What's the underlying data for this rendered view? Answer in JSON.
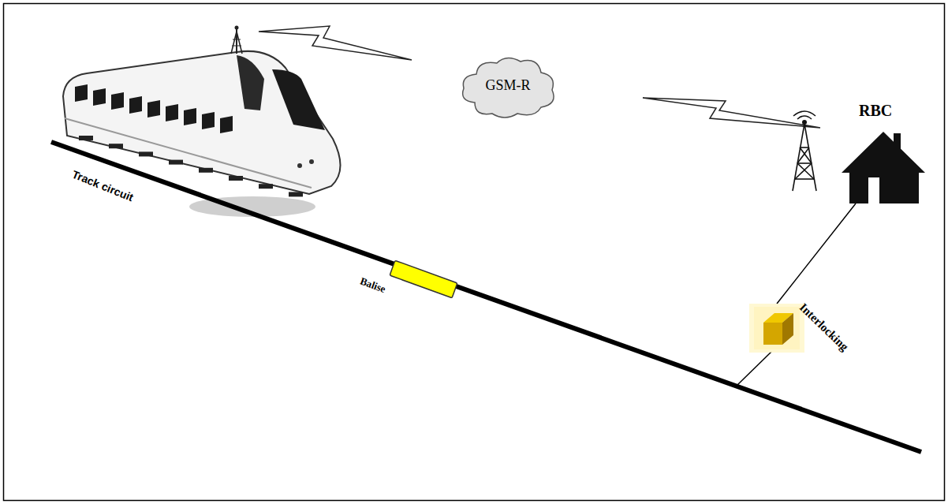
{
  "diagram": {
    "nodes": [
      {
        "text": [
          "GSM-R"
        ]
      },
      {
        "text": [
          "Balise"
        ]
      },
      {
        "text": [
          "RBC"
        ]
      },
      {
        "text": [
          "Interlocking"
        ]
      }
    ],
    "edges": [
      {
        "from": 2,
        "to": 3,
        "arrow": "none"
      }
    ],
    "labels": [
      "Track circuit"
    ]
  }
}
